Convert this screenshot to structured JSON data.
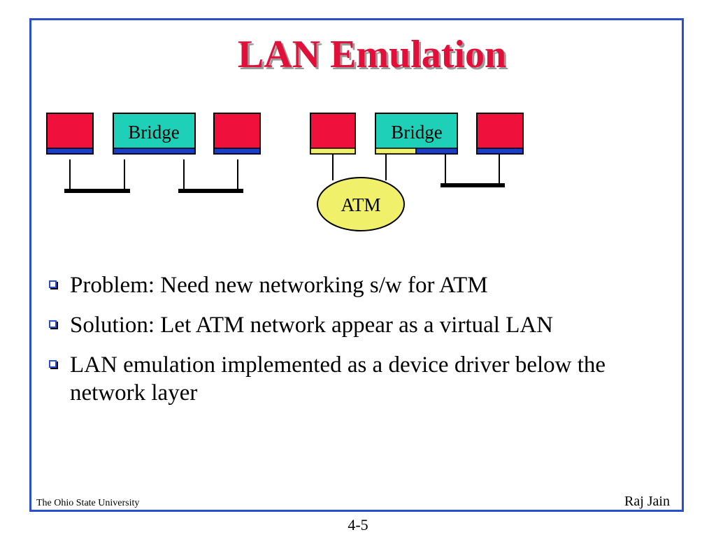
{
  "slide": {
    "title": "LAN Emulation",
    "diagram": {
      "bridge_left_label": "Bridge",
      "bridge_right_label": "Bridge",
      "atm_label": "ATM",
      "colors": {
        "host": "#f0103c",
        "bridge": "#1fd0b8",
        "lan_stripe": "#1a3ec8",
        "atm_stripe": "#f0f06a",
        "atm_cloud": "#f0f06a",
        "bus": "#000000"
      }
    },
    "bullets": [
      "Problem: Need new networking s/w for ATM",
      "Solution: Let ATM network appear as a virtual LAN",
      "LAN emulation implemented as a device driver below the network layer"
    ],
    "footer_left": "The Ohio State University",
    "footer_right": "Raj Jain",
    "page_number": "4-5"
  }
}
